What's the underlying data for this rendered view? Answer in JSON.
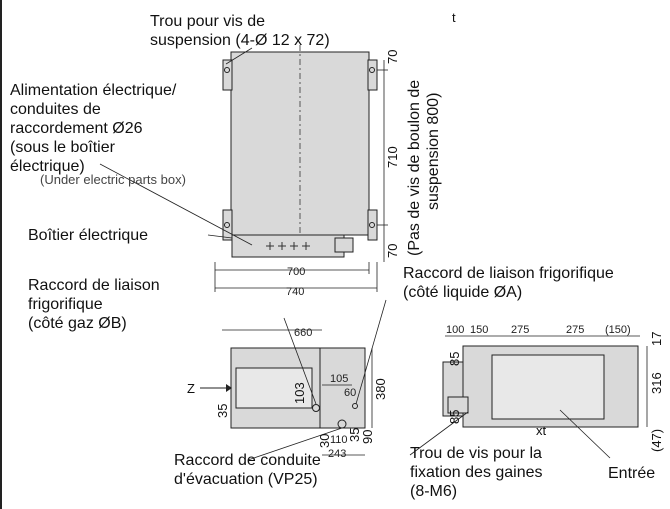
{
  "labels": {
    "suspension_hole": [
      "Trou pour vis de",
      "suspension (4-Ø 12 x 72)"
    ],
    "power_supply": [
      "Alimentation électrique/",
      "conduites de",
      "raccordement Ø26",
      "(sous le boîtier",
      "électrique)"
    ],
    "under_box_ghost": "(Under electric parts box)",
    "electric_box": "Boîtier électrique",
    "gas_pipe": [
      "Raccord de liaison",
      "frigorifique",
      "(côté gaz ØB)"
    ],
    "liquid_pipe": [
      "Raccord de liaison frigorifique",
      "(côté liquide ØA)"
    ],
    "drain_pipe": [
      "Raccord de conduite",
      "d'évacuation (VP25)"
    ],
    "duct_screw": [
      "Trou de vis pour la",
      "fixation des gaines",
      "(8-M6)"
    ],
    "inlet": "Entrée",
    "suspension_pitch": [
      "(Pas de vis de boulon de",
      "suspension 800)"
    ],
    "stray_t": "t",
    "stray_xt": "xt",
    "z_arrow": "Z"
  },
  "dimensions": {
    "top_70_upper": "70",
    "top_710": "710",
    "top_70_lower": "70",
    "top_700": "700",
    "top_740": "740",
    "left_660": "660",
    "left_105": "105",
    "left_60": "60",
    "left_380": "380",
    "left_103": "103",
    "left_35": "35",
    "left_30": "30",
    "left_110": "110",
    "left_35b": "35",
    "left_90": "90",
    "left_243": "243",
    "right_100": "100",
    "right_150": "150",
    "right_275a": "275",
    "right_275b": "275",
    "right_150p": "(150)",
    "right_17": "17",
    "right_85a": "85",
    "right_316": "316",
    "right_85b": "85",
    "right_47": "(47)"
  }
}
